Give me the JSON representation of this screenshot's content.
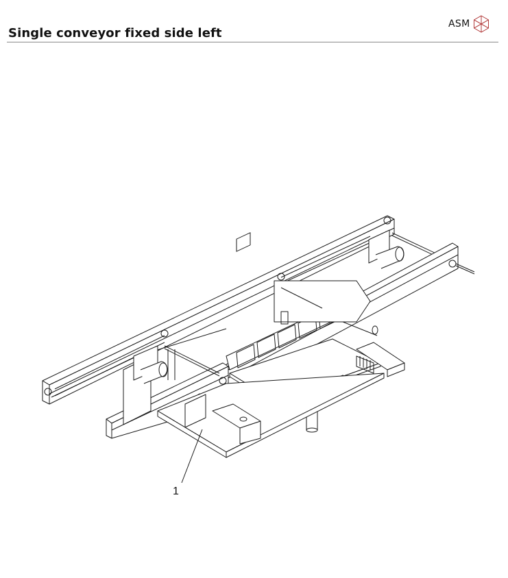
{
  "header": {
    "title": "Single conveyor fixed side left",
    "brand": "ASM",
    "brand_icon": "cube-logo-icon",
    "brand_color": "#b23a3a",
    "rule_color": "#8a8a8a"
  },
  "figure": {
    "description": "Isometric line drawing of a single conveyor assembly (fixed side left) with rails, rollers, motors and base plate",
    "callouts": [
      {
        "label": "1"
      }
    ]
  }
}
